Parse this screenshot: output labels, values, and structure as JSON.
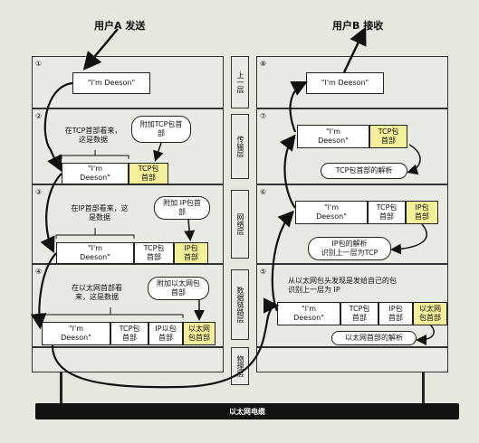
{
  "titles": {
    "sender": "用户A 发送",
    "receiver": "用户B 接收"
  },
  "layers": [
    "上一层",
    "传输层",
    "网络层",
    "数据链路层",
    "物理层"
  ],
  "steps": [
    "①",
    "②",
    "③",
    "④",
    "⑤",
    "⑥",
    "⑦",
    "⑧"
  ],
  "left": {
    "s1": {
      "msg": "\"I'm Deeson\""
    },
    "s2": {
      "note": "在TCP首部看来，\n这是数据",
      "bubble": "附加TCP包首\n部",
      "msg": "\"I'm\nDeeson\"",
      "tcp": "TCP包\n首部"
    },
    "s3": {
      "note": "在IP首部看来，这\n是数据",
      "bubble": "附加 IP包首\n部",
      "msg": "\"I'm\nDeeson\"",
      "tcp": "TCP包\n首部",
      "ip": "IP包\n首部"
    },
    "s4": {
      "note": "在以太网首部看\n来，这是数据",
      "bubble": "附加以太网包\n首部",
      "msg": "\"I'm\nDeeson\"",
      "tcp": "TCP包\n首部",
      "ip": "IP以包\n首部",
      "eth": "以太网\n包首部"
    }
  },
  "right": {
    "s8": {
      "msg": "\"I'm Deeson\""
    },
    "s7": {
      "msg": "\"I'm\nDeeson\"",
      "tcp": "TCP包\n首部",
      "bubble": "TCP包首部的解析"
    },
    "s6": {
      "msg": "\"I'm\nDeeson\"",
      "tcp": "TCP包\n首部",
      "ip": "IP包\n首部",
      "bubble": "IP包的解析\n识别上一层为TCP"
    },
    "s5": {
      "note": "从以太网包头发现是发给自己的包\n识别上一层为 IP",
      "msg": "\"I'm\nDeeson\"",
      "tcp": "TCP包\n首部",
      "ip": "IP包\n首部",
      "eth": "以太网\n包首部",
      "bubble": "以太网首部的解析"
    }
  },
  "cable": "以太网电缆"
}
